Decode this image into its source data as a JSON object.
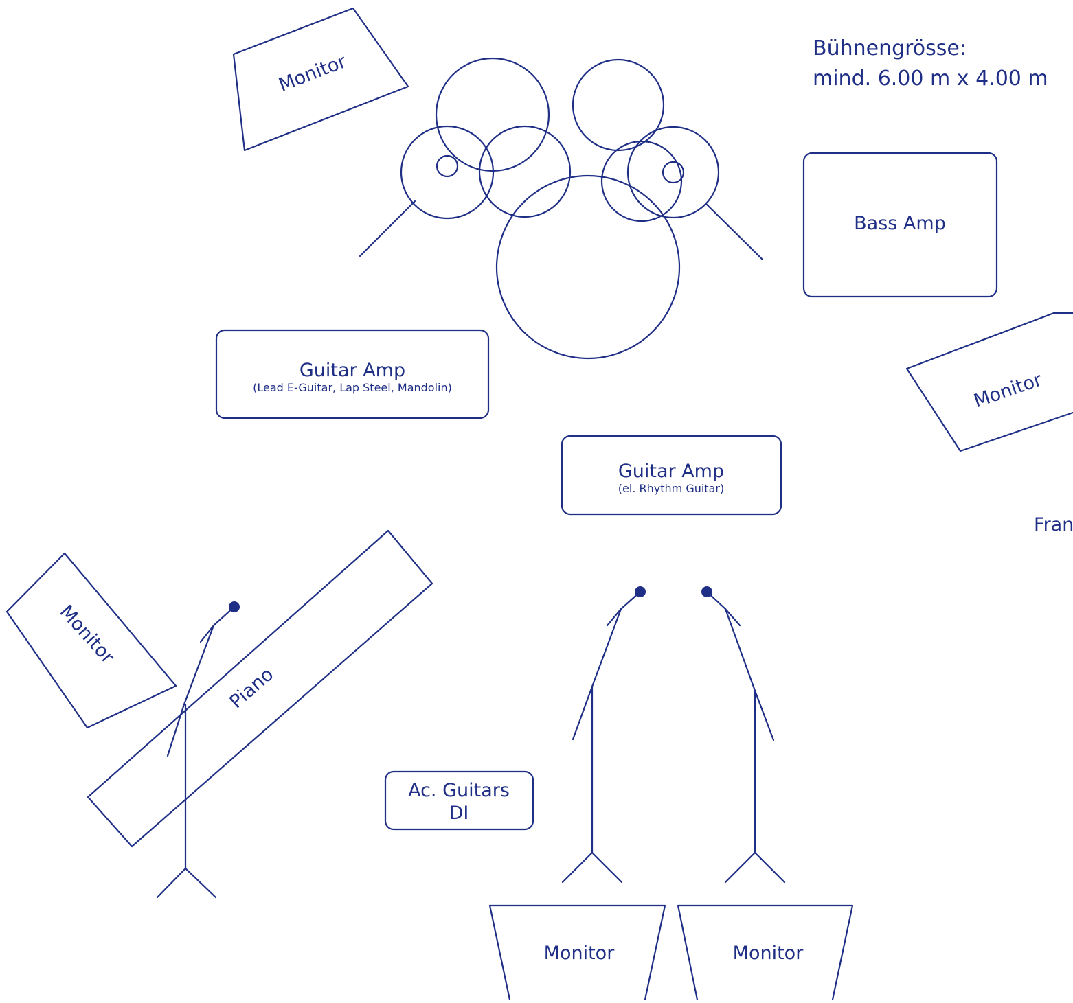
{
  "stage_size": {
    "line1": "Bühnengrösse:",
    "line2": "mind. 6.00 m x 4.00 m"
  },
  "labels": {
    "monitor": "Monitor",
    "bass_amp": "Bass Amp",
    "guitar_amp": "Guitar Amp",
    "lead_sub": "(Lead E-Guitar, Lap Steel, Mandolin)",
    "rhythm_sub": "(el.  Rhythm Guitar)",
    "piano": "Piano",
    "ac_guitars_1": "Ac. Guitars",
    "ac_guitars_2": "DI",
    "cut_label": "Fran"
  },
  "colors": {
    "ink": "#1f2f86",
    "background": "#ffffff"
  }
}
